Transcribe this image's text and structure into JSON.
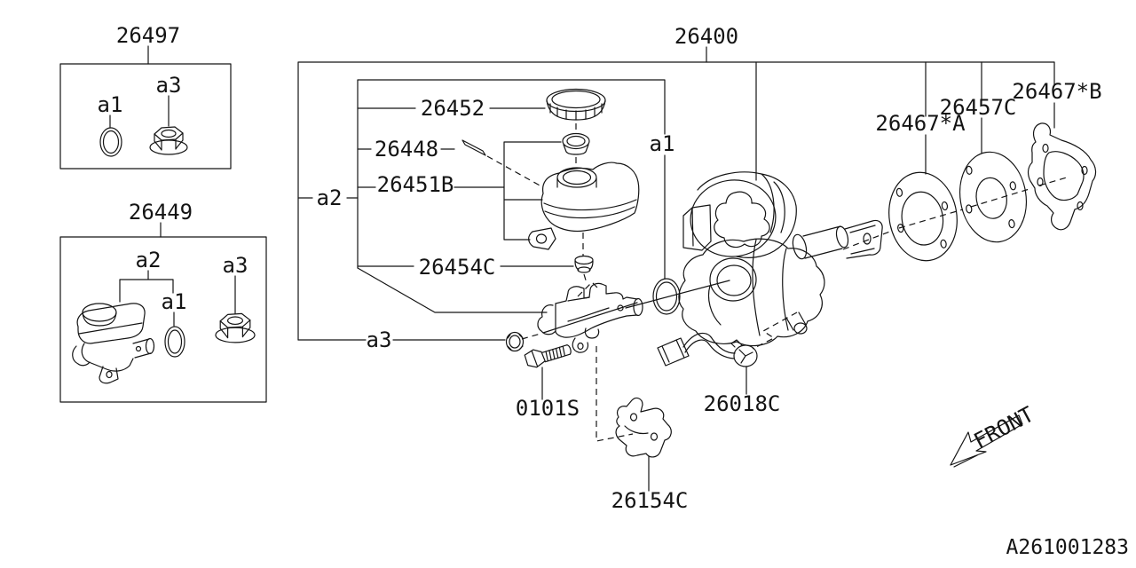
{
  "diagram": {
    "title": "Brake master cylinder and booster exploded parts diagram",
    "id_code": "A261001283",
    "front_label": "FRONT",
    "ink_color": "#141414",
    "bg_color": "#ffffff"
  },
  "kits": [
    {
      "part_no": "26497",
      "refs": [
        "a1",
        "a3"
      ],
      "contents": [
        "o-ring",
        "flange-nut"
      ]
    },
    {
      "part_no": "26449",
      "refs": [
        "a2",
        "a1",
        "a3"
      ],
      "contents": [
        "master-cylinder-assembly",
        "o-ring",
        "flange-nut"
      ]
    }
  ],
  "assembly": {
    "part_no": "26400"
  },
  "parts": {
    "cap": "26452",
    "pin": "26448",
    "reservoir": "26451B",
    "grommet": "26454C",
    "gasket_a": "26467*A",
    "spacer": "26457C",
    "gasket_b": "26467*B",
    "bolt": "0101S",
    "harness": "26018C",
    "bracket": "26154C"
  },
  "refs": {
    "a1": "a1",
    "a2": "a2",
    "a3": "a3"
  }
}
